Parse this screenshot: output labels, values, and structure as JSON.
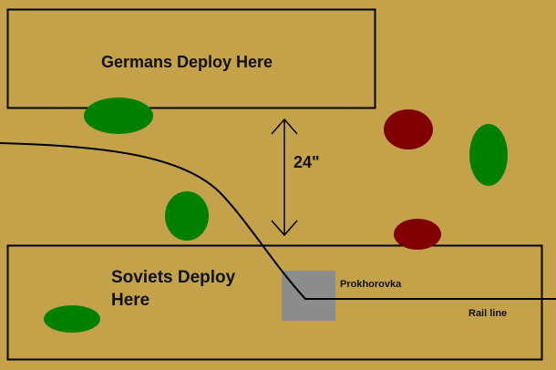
{
  "colors": {
    "background": "#C4A24A",
    "german": "#008000",
    "soviet": "#800000",
    "town": "#8C8C8C"
  },
  "labels": {
    "german_zone": "Germans Deploy Here",
    "soviet_zone_line1": "Soviets Deploy",
    "soviet_zone_line2": "Here",
    "distance": "24\"",
    "town": "Prokhorovka",
    "rail": "Rail line"
  }
}
